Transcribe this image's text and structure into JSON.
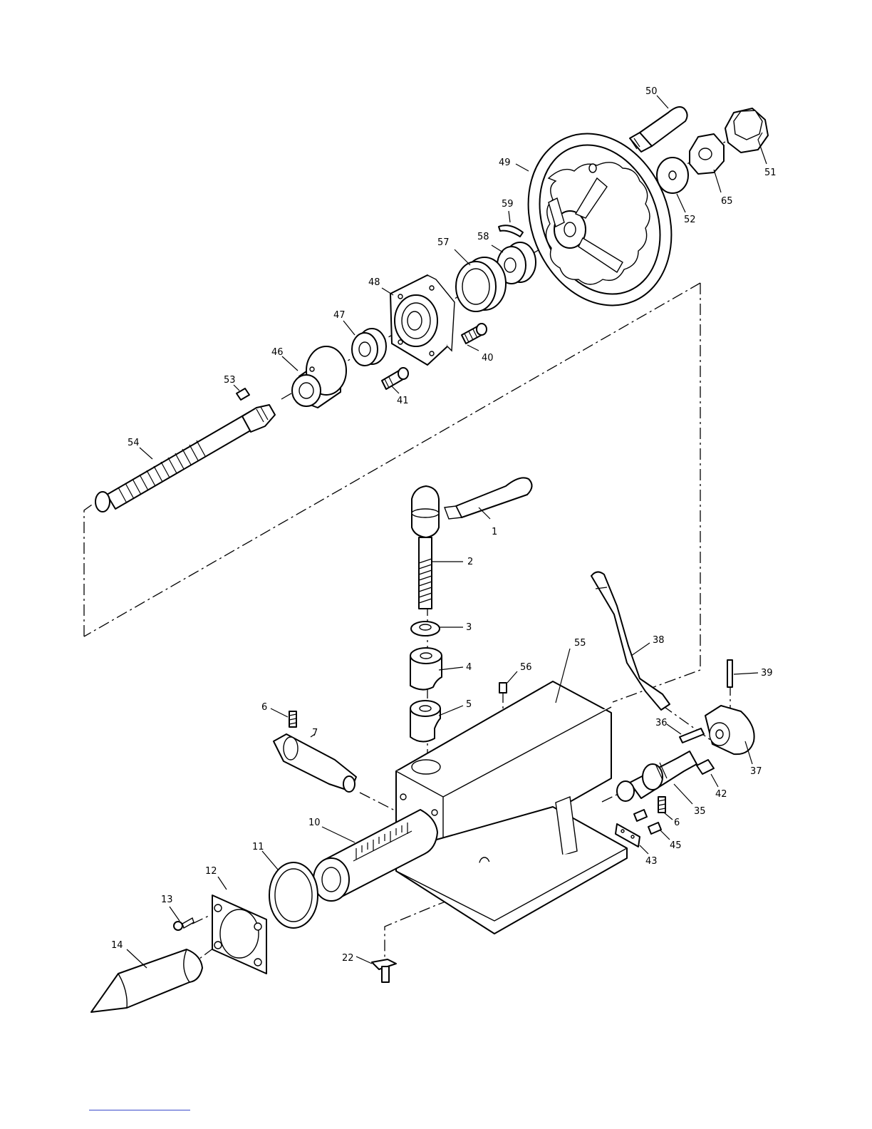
{
  "labels": [
    "50",
    "49",
    "51",
    "65",
    "52",
    "59",
    "57",
    "58",
    "48",
    "47",
    "40",
    "46",
    "41",
    "53",
    "54",
    "1",
    "2",
    "3",
    "4",
    "56",
    "55",
    "38",
    "39",
    "6",
    "5",
    "7",
    "36",
    "37",
    "42",
    "35",
    "6",
    "45",
    "43",
    "10",
    "11",
    "12",
    "13",
    "14",
    "22"
  ],
  "colors": {
    "line": "#000000",
    "background": "#ffffff",
    "footer_rule": "#3a49c9"
  }
}
